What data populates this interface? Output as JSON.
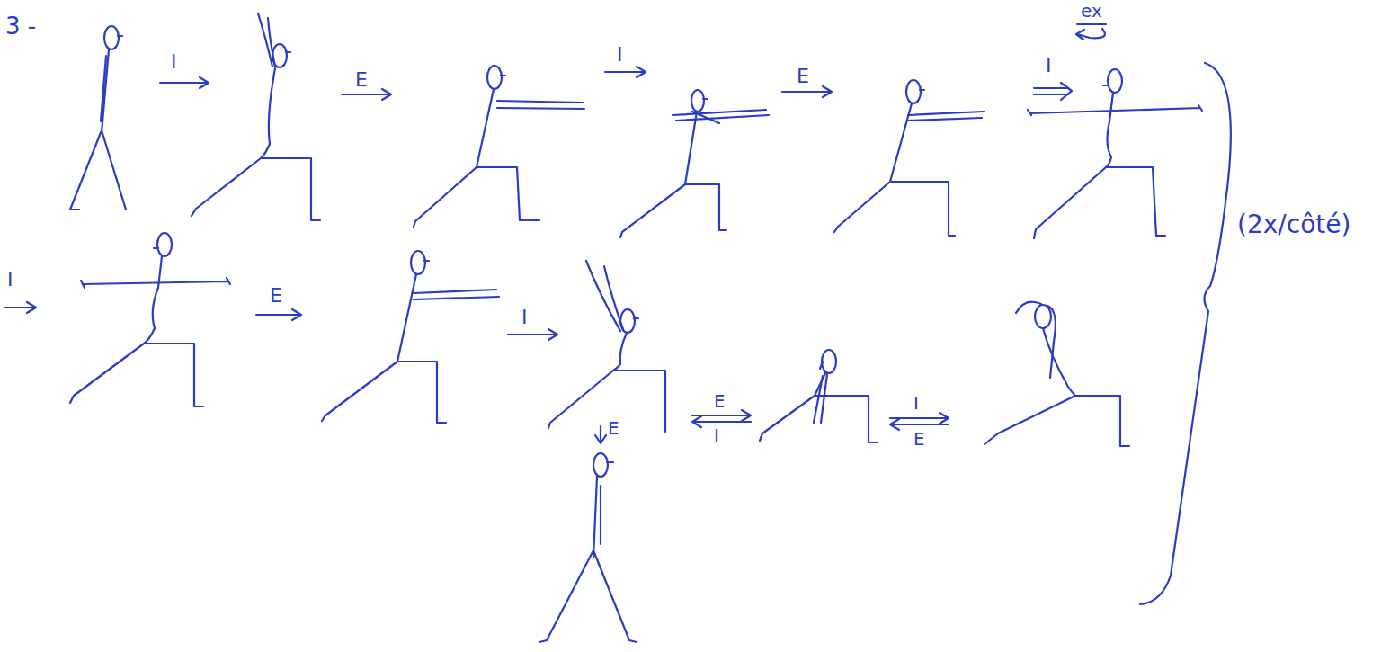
{
  "diagram": {
    "labels": [
      "3 -",
      "I",
      "E",
      "I",
      "E",
      "I",
      "ex",
      "I",
      "E",
      "I",
      "E",
      "I",
      "I",
      "E",
      "E",
      "(2x/côté)"
    ]
  }
}
